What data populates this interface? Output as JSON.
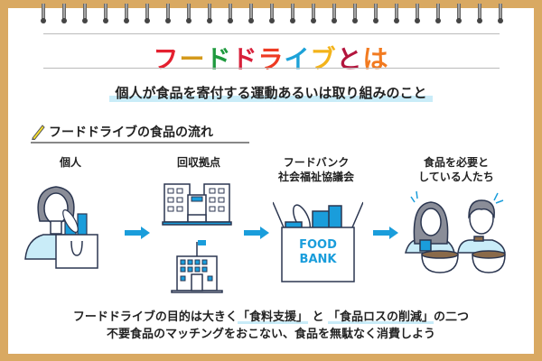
{
  "title": {
    "chars": [
      "フ",
      "ー",
      "ド",
      "ド",
      "ラ",
      "イ",
      "ブ",
      "と",
      "は"
    ],
    "colors": [
      "#e4202f",
      "#d49a1c",
      "#1f9a3e",
      "#d8203a",
      "#ee3a22",
      "#1da2d8",
      "#f3b31a",
      "#b3153d",
      "#f27a1f"
    ]
  },
  "subtitle": "個人が食品を寄付する運動あるいは取り組みのこと",
  "section_heading": "フードドライブの食品の流れ",
  "flow": {
    "step1": "個人",
    "step2": "回収拠点",
    "step3_line1": "フードバンク",
    "step3_line2": "社会福祉協議会",
    "step4_line1": "食品を必要と",
    "step4_line2": "している人たち",
    "box_line1": "FOOD",
    "box_line2": "BANK"
  },
  "bottom": {
    "line1_a": "フードドライブの目的は大きく",
    "line1_b": "「食料支援」",
    "line1_c": "と",
    "line1_d": "「食品ロスの削減」",
    "line1_e": "の二つ",
    "line2": "不要食品のマッチングをおこない、食品を無駄なく消費しよう"
  },
  "colors": {
    "accent": "#1a9ddb",
    "frame": "#d9a962",
    "navy": "#2b3650"
  }
}
